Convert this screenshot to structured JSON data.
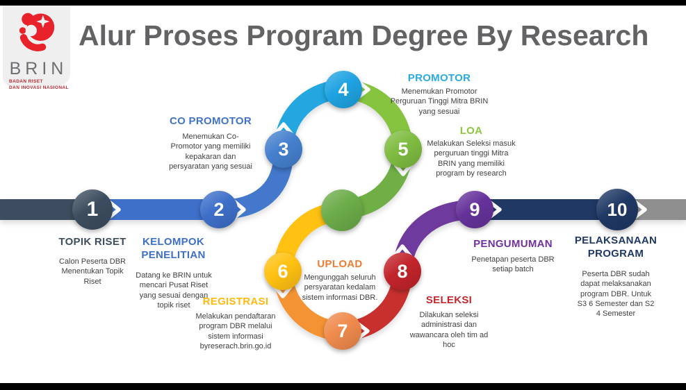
{
  "title": "Alur Proses Program Degree By Research",
  "title_color": "#636366",
  "page": {
    "top_bar_color": "#000000",
    "bottom_bar_color": "#000000",
    "background": "#ffffff"
  },
  "logo": {
    "brand": "BRIN",
    "brand_color": "#6D6E71",
    "tagline_line1": "BADAN RISET",
    "tagline_line2": "DAN INOVASI NASIONAL",
    "tagline_color": "#C1272D",
    "mark_color": "#E8212B"
  },
  "flow": {
    "chevron_color": "#FFFFFF",
    "junction_color": "#6CAC49",
    "bands": {
      "intro": "#3D4D5F",
      "step1_2": "#3E6FC9",
      "step9_10": "#1F3864",
      "outro": "#8F8F8F"
    },
    "segments": {
      "s2_3": "#4378CC",
      "s3_4": "#24A7E0",
      "s4_5": "#86C440",
      "s5_j": "#6FAF45",
      "sj_6": "#FFC112",
      "s6_7": "#F39334",
      "s7_8": "#C8302E",
      "s8_9": "#6F3A9E"
    },
    "steps": [
      {
        "number": "1",
        "label": "TOPIK RISET",
        "description": "Calon Peserta DBR Menentukan Topik Riset",
        "color": "#3D4D5F",
        "label_color": "#3D4D5F"
      },
      {
        "number": "2",
        "label": "KELOMPOK PENELITIAN",
        "description": "Datang ke BRIN untuk mencari Pusat Riset yang sesuai dengan topik riset",
        "color": "#3E6FC9",
        "label_color": "#3E6FC9"
      },
      {
        "number": "3",
        "label": "CO PROMOTOR",
        "description": "Menemukan Co-Promotor yang memiliki kepakaran dan persyaratan yang sesuai",
        "color": "#4580CE",
        "label_color": "#4173C9"
      },
      {
        "number": "4",
        "label": "PROMOTOR",
        "description": "Menemukan Promotor Perguruan Tinggi Mitra BRIN yang sesuai",
        "color": "#1FA3E2",
        "label_color": "#29ABE2"
      },
      {
        "number": "5",
        "label": "LOA",
        "description": "Melakukan Seleksi masuk perguruan tinggi Mitra BRIN yang memiliki program by research",
        "color": "#7FBC41",
        "label_color": "#8CC63F"
      },
      {
        "number": "6",
        "label": "REGISTRASI",
        "description": "Melakukan pendaftaran program DBR melalui sistem informasi byreserach.brin.go.id",
        "color": "#FFC112",
        "label_color": "#FFB90F"
      },
      {
        "number": "7",
        "label": "UPLOAD",
        "description": "Mengunggah seluruh persyaratan kedalam sistem informasi DBR.",
        "color": "#EF8A4D",
        "label_color": "#ED7D31"
      },
      {
        "number": "8",
        "label": "SELEKSI",
        "description": "Dilakukan seleksi administrasi dan wawancara oleh tim ad hoc",
        "color": "#C2242B",
        "label_color": "#C1272D"
      },
      {
        "number": "9",
        "label": "PENGUMUMAN",
        "description": "Penetapan peserta DBR setiap batch",
        "color": "#66329B",
        "label_color": "#7030A0"
      },
      {
        "number": "10",
        "label": "PELAKSANAAN PROGRAM",
        "description": "Peserta DBR sudah dapat melaksanakan program DBR. Untuk S3 6 Semester dan S2 4 Semester",
        "color": "#1F3864",
        "label_color": "#1F3864"
      }
    ]
  }
}
